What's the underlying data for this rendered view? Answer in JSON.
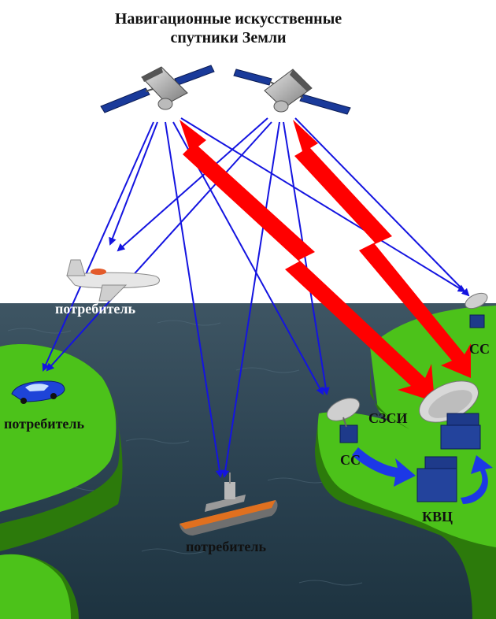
{
  "title": {
    "line1": "Навигационные искусственные",
    "line2": "спутники Земли"
  },
  "labels": {
    "plane": "потребитель",
    "car": "потребитель",
    "ship": "потребитель",
    "cc_left": "СС",
    "cc_right": "СС",
    "szsi": "СЗСИ",
    "kvc": "КВЦ"
  },
  "colors": {
    "sea": "#2f4350",
    "land": "#4cc21a",
    "land_side": "#2c7a0b",
    "signal": "#1414e0",
    "control": "#ff0000",
    "data_flow": "#1c38e6",
    "panel": "#1e3a8a"
  }
}
